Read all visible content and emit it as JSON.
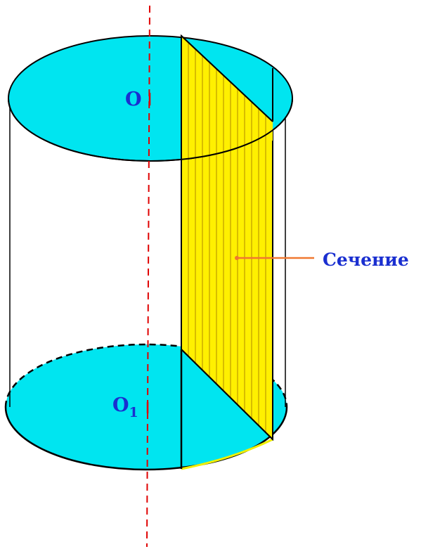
{
  "labels": {
    "top_center": "O",
    "bottom_center": "O",
    "bottom_center_subscript": "1",
    "section": "Сечение"
  },
  "colors": {
    "base_fill": "#00e5f0",
    "section_fill": "#fff000",
    "hatch": "#b08a00",
    "axis": "#e00000",
    "pointer": "#f07830",
    "label": "#1a2fd0",
    "outline": "#000000"
  }
}
